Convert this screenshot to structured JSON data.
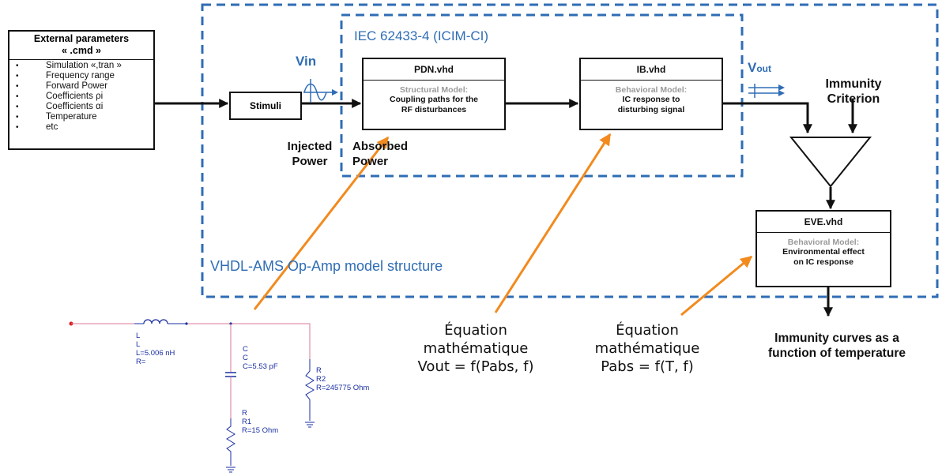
{
  "external_params": {
    "title_line1": "External parameters",
    "title_line2": "« .cmd »",
    "items": [
      "Simulation «,tran »",
      "Frequency range",
      "Forward Power",
      "Coefficients ρi",
      "Coefficients αi",
      "Temperature",
      "etc"
    ]
  },
  "stimuli": {
    "label": "Stimuli"
  },
  "vin_label": "Vin",
  "vout_label": {
    "main": "V",
    "sub": "out"
  },
  "outer_title": "VHDL-AMS Op-Amp model structure",
  "inner_title": "IEC 62433-4 (ICIM-CI)",
  "pdn": {
    "header": "PDN.vhd",
    "model": "Structural Model:",
    "desc_line1": "Coupling paths for the",
    "desc_line2": "RF disturbances"
  },
  "ib": {
    "header": "IB.vhd",
    "model": "Behavioral Model:",
    "desc_line1": "IC response to",
    "desc_line2": "disturbing signal"
  },
  "eve": {
    "header": "EVE.vhd",
    "model": "Behavioral Model:",
    "desc_line1": "Environmental effect",
    "desc_line2": "on IC response"
  },
  "immunity_criterion": {
    "line1": "Immunity",
    "line2": "Criterion"
  },
  "injected_power": {
    "line1": "Injected",
    "line2": "Power"
  },
  "absorbed_power": {
    "line1": "Absorbed",
    "line2": "Power"
  },
  "immunity_curves": {
    "line1": "Immunity curves as a",
    "line2": "function of temperature"
  },
  "eq1": {
    "line1": "Équation",
    "line2": "mathématique",
    "line3": "Vout = f(Pabs, f)"
  },
  "eq2": {
    "line1": "Équation",
    "line2": "mathématique",
    "line3": "Pabs = f(T, f)"
  },
  "circuit": {
    "L": {
      "tag": "L",
      "name": "L",
      "value": "L=5.006 nH",
      "r": "R="
    },
    "C": {
      "tag": "C",
      "name": "C",
      "value": "C=5.53 pF"
    },
    "R1": {
      "tag": "R",
      "name": "R1",
      "value": "R=15 Ohm"
    },
    "R2": {
      "tag": "R",
      "name": "R2",
      "value": "R=245775 Ohm"
    }
  },
  "colors": {
    "accent_blue": "#2f6db5",
    "arrow_orange": "#f28a1e",
    "circuit_blue": "#1a2fa0",
    "circuit_wire": "#d9789a"
  }
}
